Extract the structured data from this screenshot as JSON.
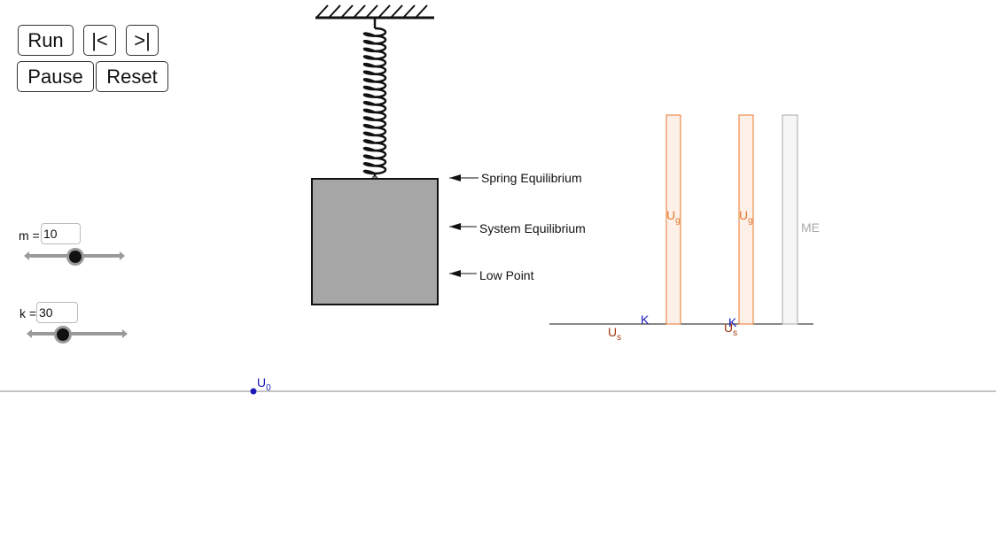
{
  "controls": {
    "run_label": "Run",
    "step_back_label": "|<",
    "step_forward_label": ">|",
    "pause_label": "Pause",
    "reset_label": "Reset"
  },
  "sliders": {
    "mass": {
      "label": "m =",
      "value": "10",
      "level": 0.5
    },
    "spring_constant": {
      "label": "k =",
      "value": "30",
      "level": 0.35
    }
  },
  "markers": {
    "spring_equilibrium": "Spring Equilibrium",
    "system_equilibrium": "System Equilibrium",
    "low_point": "Low Point"
  },
  "energy_bars": {
    "k_label_1": "K",
    "us_label_1": "U",
    "us_sub_1": "s",
    "ug_label_1": "U",
    "ug_sub_1": "g",
    "k_label_2": "K",
    "us_label_2": "U",
    "us_sub_2": "s",
    "ug_label_2": "U",
    "ug_sub_2": "g",
    "me_label": "ME"
  },
  "reference": {
    "u0_label": "U",
    "u0_sub": "0"
  },
  "colors": {
    "orange": "#e8772e",
    "orange_fill": "#fdf0e8",
    "blue": "#1a1ab8",
    "brown": "#a0380c",
    "gray_me": "#aaaaaa",
    "mass_fill": "#a6a6a6"
  }
}
